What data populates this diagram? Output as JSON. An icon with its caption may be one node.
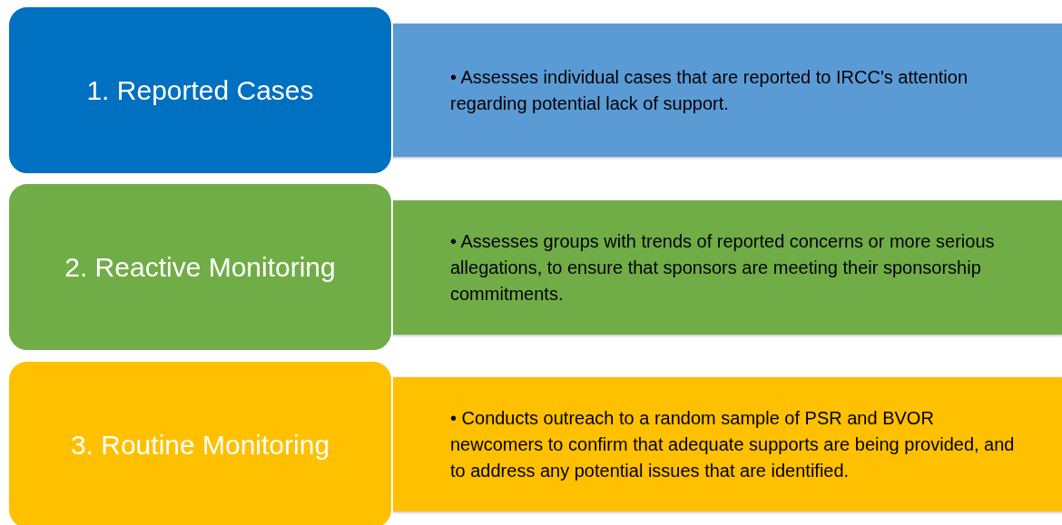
{
  "diagram": {
    "nodes": [
      {
        "text": [
          "1. Reported Cases"
        ]
      },
      {
        "text": [
          "• Assesses individual cases that are reported to IRCC's attention regarding potential lack of support."
        ]
      },
      {
        "text": [
          "2. Reactive Monitoring"
        ]
      },
      {
        "text": [
          "• Assesses groups with trends of reported concerns or more serious allegations, to ensure that sponsors are meeting their sponsorship commitments."
        ]
      },
      {
        "text": [
          "3. Routine Monitoring"
        ]
      },
      {
        "text": [
          "• Conducts outreach to a random sample of PSR and BVOR newcomers to confirm that adequate supports are being provided, and to address any potential issues that are identified."
        ]
      }
    ]
  }
}
